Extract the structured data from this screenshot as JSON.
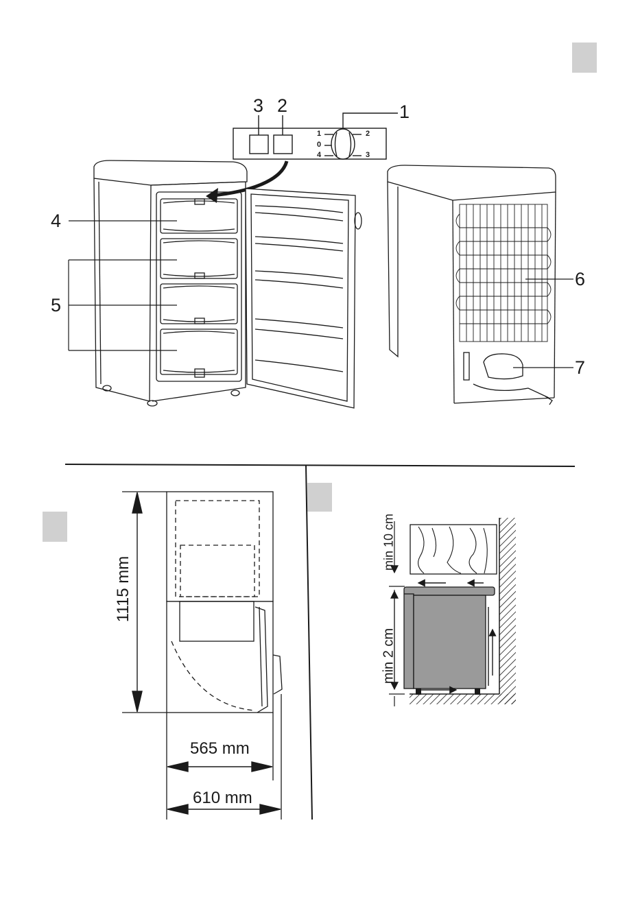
{
  "figure": {
    "callouts": {
      "c1": "1",
      "c2": "2",
      "c3": "3",
      "c4": "4",
      "c5": "5",
      "c6": "6",
      "c7": "7"
    },
    "dial_marks": {
      "m0": "0",
      "m1": "1",
      "m2": "2",
      "m3": "3",
      "m4": "4"
    }
  },
  "dimensions": {
    "height": "1115 mm",
    "depth_closed": "565 mm",
    "depth_open": "610 mm"
  },
  "clearance": {
    "top": "min 10 cm",
    "back": "min 2 cm"
  },
  "colors": {
    "box_gray": "#d0d0d0",
    "appliance_gray": "#9a9a9a",
    "line": "#1a1a1a"
  }
}
